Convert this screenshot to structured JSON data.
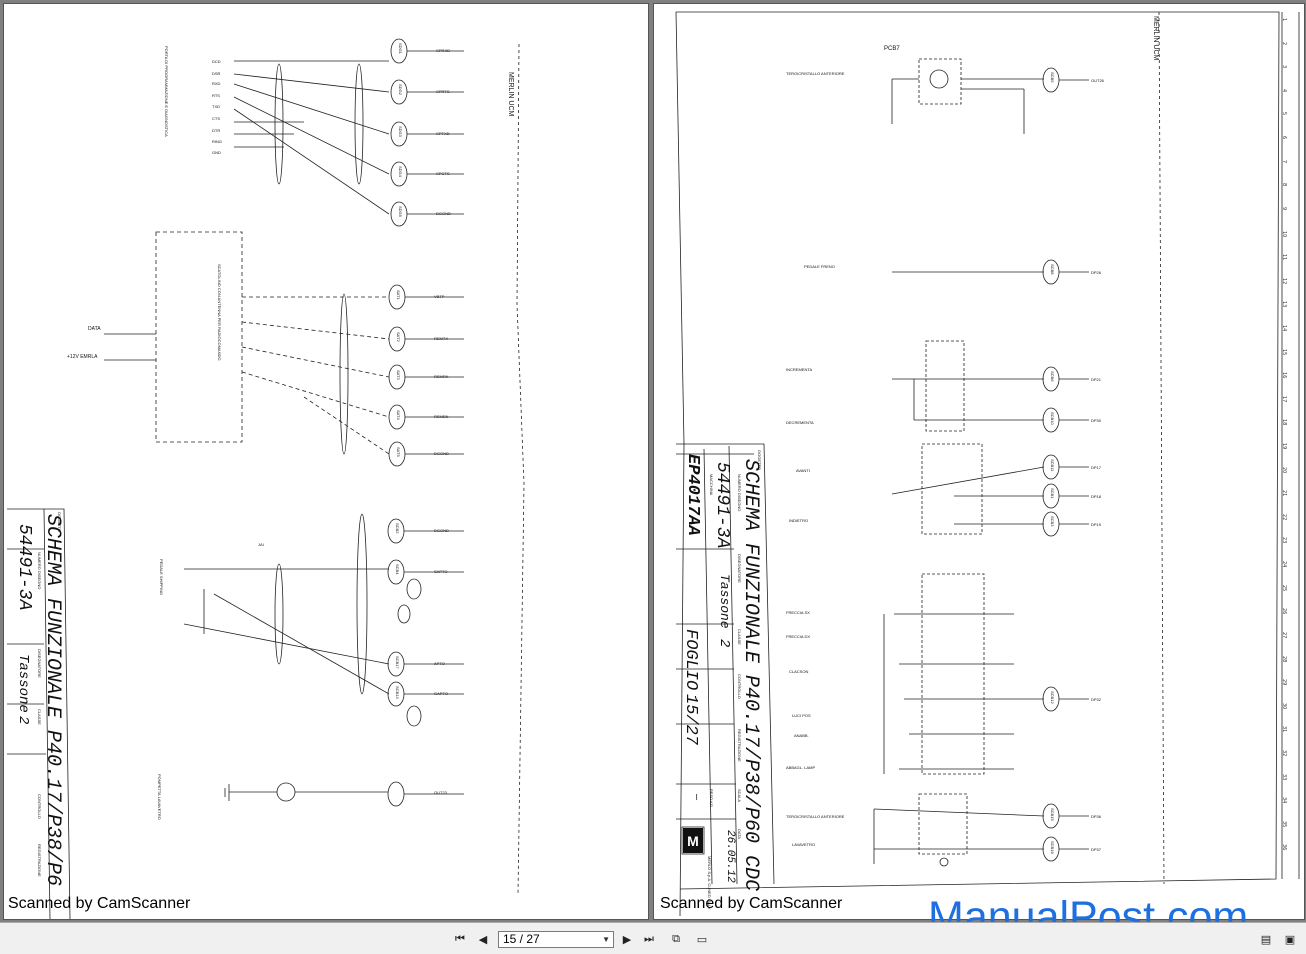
{
  "viewer": {
    "page_indicator": "15 / 27",
    "watermark": "ManualPost.com"
  },
  "left_page": {
    "scanned_label": "Scanned by CamScanner",
    "header_label": "MERLIN UCM",
    "title_block": {
      "oggetto_label": "OGGETTO",
      "title": "SCHEMA FUNZIONALE P40.17/P38/P6",
      "numero_label": "NUMERO DISEGNO",
      "drawing_number": "54491-3A",
      "disegnatore_label": "DISEGNATORE",
      "designer": "Tassone",
      "classe_label": "CLASSE",
      "classe": "2",
      "controllo_label": "CONTROLLO",
      "registrazione_label": "REGISTRAZIONE"
    },
    "labels": {
      "port": "PORTA DI PROGRAMMAZIONE E DIAGNOSTICA",
      "signals": [
        "DCD",
        "DSR",
        "RXD",
        "RTS",
        "TXD",
        "CTS",
        "DTR",
        "RING",
        "GND"
      ],
      "connectors_top": [
        "SDG1",
        "SDG2",
        "SDG3",
        "SDG4",
        "SDG5"
      ],
      "pins_top": [
        "CPRXD",
        "CPRTS",
        "CPTXD",
        "CPCTS",
        "DGGND"
      ],
      "radio_box": "SCATOLINO CON ANTENNA PER RADIOCOMANDO",
      "data": "DATA",
      "emrla": "+12V EMRLA",
      "connectors_mid": [
        "SAT1",
        "SAT2",
        "SAT3",
        "SAT4",
        "SAT5"
      ],
      "pins_mid": [
        "VBTP",
        "REMTX",
        "REMRX",
        "REMEN",
        "DGGND"
      ],
      "pedale": "PEDALE SHIPPING",
      "connectors_low": [
        "SCB2",
        "SCB4",
        "SCB17",
        "SCB13"
      ],
      "pins_low": [
        "DGGND",
        "SAPTO",
        "APTO",
        "GAPTO"
      ],
      "pompa": "POMPETTA LAVAVETRO",
      "out": "OUT23",
      "jai": "JAI"
    }
  },
  "right_page": {
    "scanned_label": "Scanned by CamScanner",
    "header_label": "MERLIN UCM",
    "title_block": {
      "oggetto_label": "OGGETTO",
      "title": "SCHEMA FUNZIONALE P40.17/P38/P60 CDC",
      "numero_label": "NUMERO DISEGNO",
      "drawing_number": "54491-3A",
      "macchina_label": "MACCHINA",
      "machine": "EP4017AA",
      "disegnatore_label": "DISEGNATORE",
      "designer": "Tassone",
      "classe_label": "CLASSE",
      "classe": "2",
      "controllo_label": "CONTROLLO",
      "registrazione_label": "REGISTRAZIONE",
      "scala_label": "SCALA",
      "peso_label": "PESO KG",
      "data_label": "DATA",
      "date": "26.05.12",
      "foglio_label": "FOGLIO",
      "sheet": "15/27",
      "dash": "—",
      "company": "MERLO S.p.A. CUNEO ITALY"
    },
    "labels": {
      "pcb": "PCB7",
      "front_wiper": "TERGICRISTALLO ANTERIORE",
      "pedale_freno": "PEDALE FRENO",
      "incrementa": "INCREMENTA",
      "decrementa": "DECREMENTA",
      "avanti": "AVANTI",
      "indietro": "INDIETRO",
      "freccia_sx": "FRECCIA SX",
      "freccia_dx": "FRECCIA DX",
      "clacson": "CLACSON",
      "luci_pos": "LUCI POS",
      "anabb": "ANABB.",
      "abbagl": "ABBAGL. LAMP",
      "tergi_ant": "TERGICRISTALLO ANTERIORE",
      "lavavetro": "LAVAVETRO",
      "connectors": [
        "SCB5",
        "SCB8",
        "SCB6",
        "SCB10",
        "SCB11",
        "SCB1",
        "SCB3",
        "SCB12",
        "SCB15",
        "SCB16"
      ],
      "outs": [
        "OUT26",
        "DP26",
        "DP21",
        "DP30",
        "DP17",
        "DP18",
        "DP19",
        "DP32",
        "DP36",
        "DP37"
      ]
    },
    "ruler_numbers": [
      "1",
      "2",
      "3",
      "4",
      "5",
      "6",
      "7",
      "8",
      "9",
      "10",
      "11",
      "12",
      "13",
      "14",
      "15",
      "16",
      "17",
      "18",
      "19",
      "20",
      "21",
      "22",
      "23",
      "24",
      "25",
      "26",
      "27",
      "28",
      "29",
      "30",
      "31",
      "32",
      "33",
      "34",
      "35",
      "36"
    ]
  },
  "colors": {
    "viewer_bg": "#808080",
    "toolbar_bg": "#f0f0f0",
    "watermark": "#1e6fe0"
  },
  "icons": [
    "first-page-icon",
    "prev-page-icon",
    "next-page-icon",
    "last-page-icon",
    "fit-page-icon",
    "fit-width-icon",
    "print-icon",
    "tools-icon"
  ]
}
